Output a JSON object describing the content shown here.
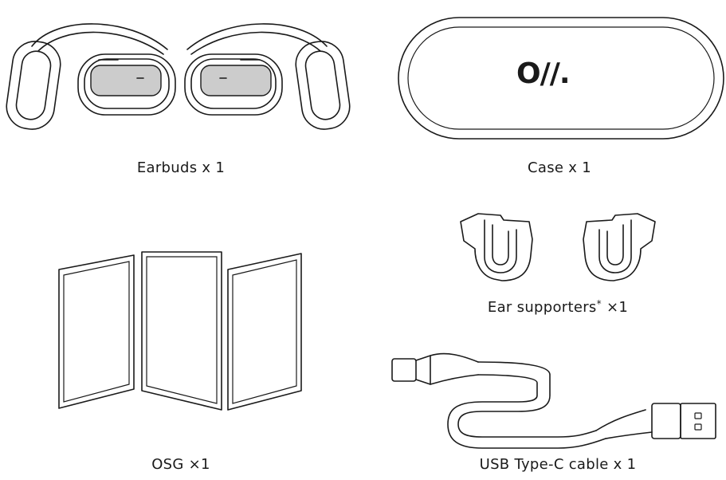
{
  "items": {
    "earbuds": {
      "label": "Earbuds x 1"
    },
    "case": {
      "label": "Case x 1",
      "logo_text": "O//."
    },
    "ear_supporters": {
      "label_main": "Ear supporters",
      "label_mark": "*",
      "label_count": " ×1"
    },
    "osg": {
      "label": "OSG ×1"
    },
    "usb_cable": {
      "label": "USB Type-C cable x 1"
    }
  }
}
